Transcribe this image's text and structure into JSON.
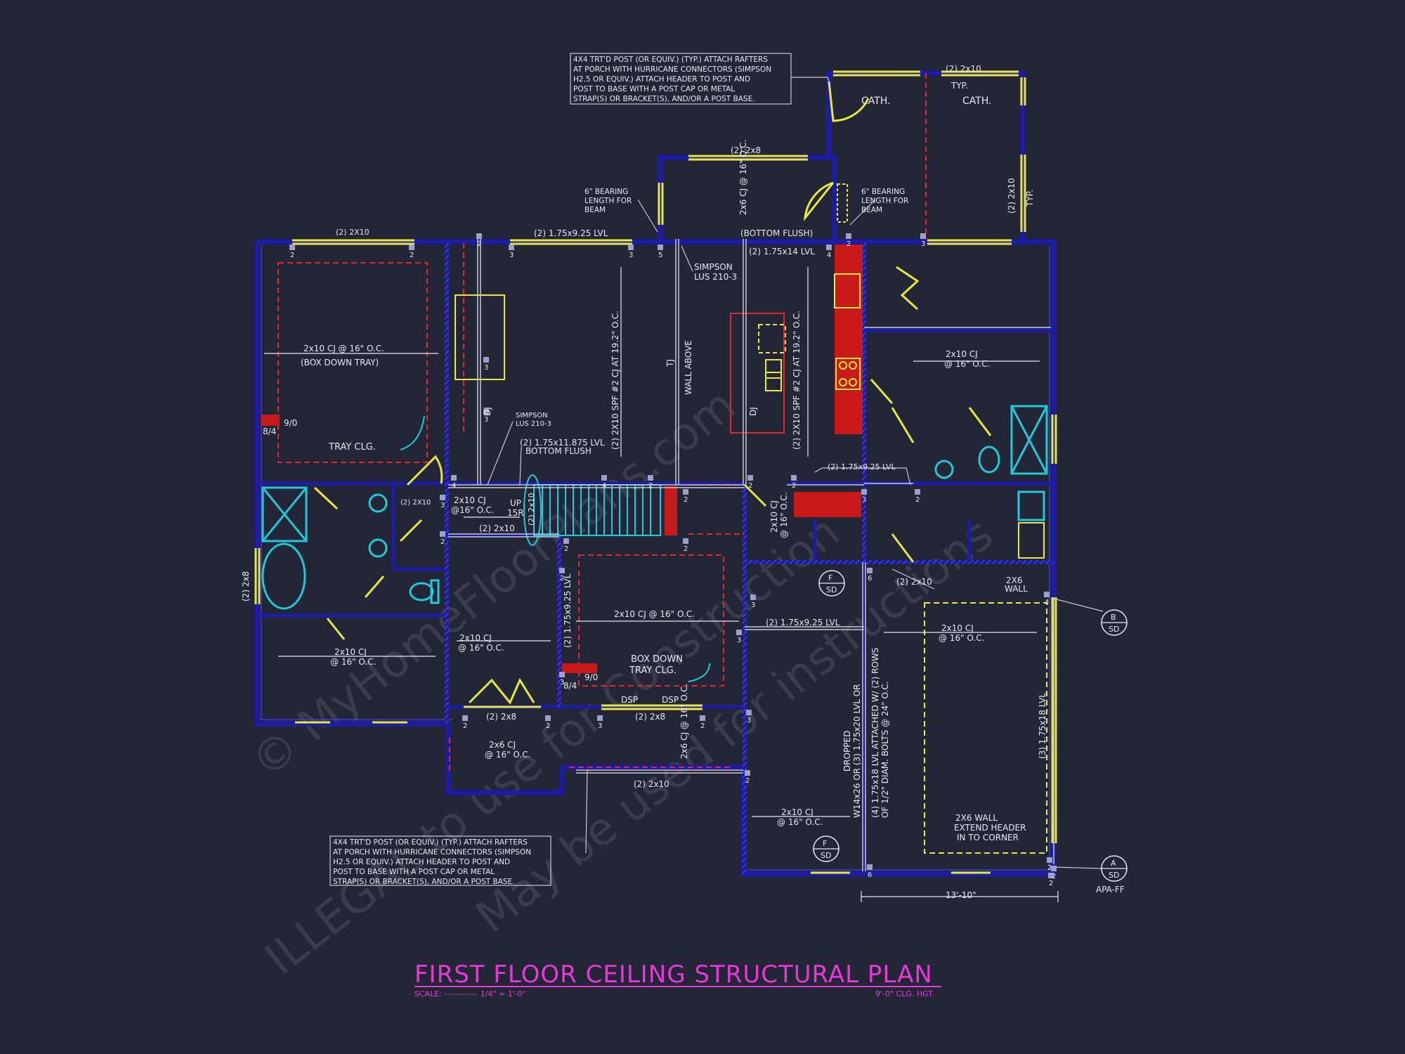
{
  "title": "FIRST FLOOR CEILING STRUCTURAL PLAN",
  "scale_label": "SCALE: ------------ 1/4\" = 1'-0\"",
  "ceiling_height": "9'-0\" CLG. HGT.",
  "watermark": [
    "© MyHomeFloorPlans.com",
    "ILLEGAL to use for Construction",
    "May be used for instructions"
  ],
  "notes": {
    "porch_top": [
      "4X4 TRT'D POST (OR EQUIV.) (TYP.) ATTACH RAFTERS",
      "AT PORCH WITH HURRICANE CONNECTORS (SIMPSON",
      "H2.5 OR EQUIV.) ATTACH HEADER TO POST AND",
      "POST TO BASE WITH A POST CAP OR METAL",
      "STRAP(S) OR BRACKET(S), AND/OR A POST BASE."
    ],
    "porch_bottom": [
      "4X4 TRT'D POST (OR EQUIV.) (TYP.) ATTACH RAFTERS",
      "AT PORCH WITH HURRICANE CONNECTORS (SIMPSON",
      "H2.5 OR EQUIV.) ATTACH HEADER TO POST AND",
      "POST TO BASE WITH A POST CAP OR METAL",
      "STRAP(S) OR BRACKET(S), AND/OR A POST BASE."
    ],
    "bearing_left": [
      "6\" BEARING",
      "LENGTH FOR",
      "BEAM"
    ],
    "bearing_right": [
      "6\" BEARING",
      "LENGTH FOR",
      "BEAM"
    ],
    "simpson_lus_top": [
      "SIMPSON",
      "LUS 210-3"
    ],
    "simpson_lus_mid": [
      "SIMPSON",
      "LUS 210-3"
    ],
    "lvl_bottom_flush": [
      "(2) 1.75x11.875 LVL",
      "BOTTOM FLUSH"
    ],
    "dropped_beam": [
      "DROPPED",
      "W14x26 OR (3) 1.75x20 LVL OR",
      "(4) 1.75x18 LVL ATTACHED W/ (2) ROWS",
      "OF 1/2\" DIAM. BOLTS @ 24\" O.C."
    ],
    "garage_wall": [
      "2X6 WALL",
      "EXTEND HEADER",
      "IN TO CORNER"
    ],
    "box_down_tray_lower": [
      "BOX DOWN",
      "TRAY CLG."
    ],
    "tray_clg": "TRAY CLG.",
    "box_down_tray_upper": "(BOX DOWN TRAY)",
    "stair_up": [
      "UP",
      "15R"
    ]
  },
  "labels": {
    "cath1": "CATH.",
    "cath2": "CATH.",
    "typ1": "TYP.",
    "typ2": "TYP.",
    "hdr_2x10_top": "(2) 2x10",
    "hdr_2x10_side": "(2) 2x10",
    "hdr_2x8_top": "(2) 2x8",
    "cj_2x6_top": "2x6 CJ @ 16\" O.C.",
    "lvl_175_925_top": "(2) 1.75x9.25 LVL",
    "bottom_flush_top": "(BOTTOM FLUSH)",
    "lvl_175_14": "(2) 1.75x14 LVL",
    "hdr_box_left": "(2) 2X10",
    "cj_master": "2x10 CJ @ 16\" O.C.",
    "spf_cj_1": "(2) 2X10 SPF #2 CJ AT 19.2\" O.C.",
    "spf_cj_2": "(2) 2X10 SPF #2 CJ AT 19.2\" O.C.",
    "wall_above": "WALL ABOVE",
    "tj": "TJ",
    "dj1": "DJ",
    "dj2": "DJ",
    "cj_br1": "2x10 CJ",
    "cj_br1b": "@ 16\" O.C.",
    "lvl_175_925_mid": "(2) 1.75x9.25 LVL",
    "cj_hall_a": "2x10 CJ",
    "cj_hall_b": "@16\" O.C.",
    "hdr_2x10_hall": "(2) 2x10",
    "hdr_2x10_small": "(2) 2X10",
    "hdr_2x10_stair": "(2) 2x10",
    "hdr_2x8_wall": "(2) 2x8",
    "cj_2x10_side_a": "2x10 CJ",
    "cj_2x10_side_b": "@ 16\" O.C.",
    "hdr_2x10_mid": "(2) 2x10",
    "wall_2x6": "2X6",
    "wall_2x6b": "WALL",
    "lvl_175_925_vert": "(2) 1.75x9.25 LVL",
    "cj_dining": "2x10 CJ @ 16\" O.C.",
    "lvl_175_925_dining": "(2) 1.75x9.25 LVL",
    "cj_garage_a": "2x10 CJ",
    "cj_garage_b": "@ 16\" O.C.",
    "lvl_175_18": "(3) 1.75x18 LVL",
    "cj_bath_a": "2x10 CJ",
    "cj_bath_b": "@ 16\" O.C.",
    "cj_closet_a": "2x10 CJ",
    "cj_closet_b": "@ 16\" O.C.",
    "hdr_2x8_bottom1": "(2) 2x8",
    "hdr_2x8_bottom2": "(2) 2x8",
    "dsp1": "DSP",
    "dsp2": "DSP",
    "cj_porch_a": "2x6 CJ",
    "cj_porch_b": "@ 16\" O.C.",
    "cj_porch2": "2x6 CJ @ 16\" O.C.",
    "hdr_2x10_porch": "(2) 2x10",
    "cj_lower_a": "2x10 CJ",
    "cj_lower_b": "@ 16\" O.C.",
    "dim_13_10": "13'-10\"",
    "apa_ff": "APA-FF",
    "nine_zero_1": "9/0",
    "eight_four_1": "8/4",
    "nine_zero_2": "9/0",
    "eight_four_2": "8/4"
  },
  "section_markers": [
    {
      "letter": "F",
      "sheet": "SD"
    },
    {
      "letter": "F",
      "sheet": "SD"
    },
    {
      "letter": "B",
      "sheet": "SD"
    },
    {
      "letter": "A",
      "sheet": "SD"
    }
  ],
  "bearing_numbers": [
    "2",
    "2",
    "2",
    "3",
    "3",
    "5",
    "4",
    "2",
    "3",
    "3",
    "3",
    "4",
    "4",
    "2",
    "2",
    "2",
    "2",
    "3",
    "2",
    "3",
    "2",
    "2",
    "2",
    "2",
    "3",
    "3",
    "3",
    "3",
    "6",
    "6",
    "4",
    "2",
    "2",
    "2",
    "2",
    "3",
    "2",
    "2",
    "2"
  ],
  "colors": {
    "background": "#232637",
    "wall": "#1c1ca8",
    "wall_edge": "#3a3ae0",
    "window": "#e8e83a",
    "fixture": "#20c8d8",
    "dashed": "#e02828",
    "text": "#e8e8ee",
    "title": "#e838d8",
    "beam": "#c8c8d0"
  }
}
